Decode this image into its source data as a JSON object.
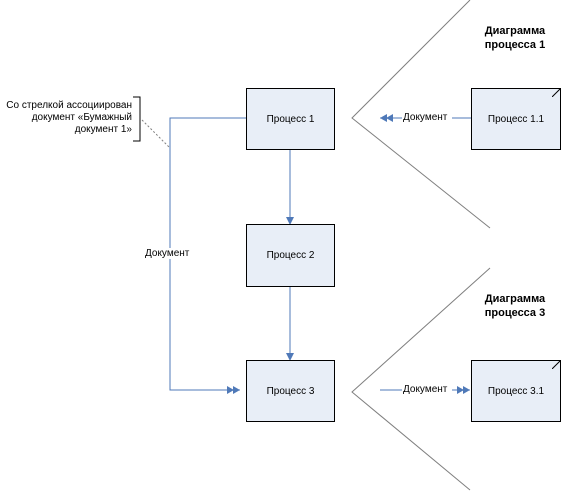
{
  "diagram": {
    "processes": [
      {
        "id": "p1",
        "label": "Процесс 1"
      },
      {
        "id": "p2",
        "label": "Процесс 2"
      },
      {
        "id": "p3",
        "label": "Процесс 3"
      }
    ],
    "subprocesses": [
      {
        "id": "p11",
        "label": "Процесс 1.1"
      },
      {
        "id": "p31",
        "label": "Процесс 3.1"
      }
    ],
    "headings": {
      "diagram1": [
        "Диаграмма",
        "процесса 1"
      ],
      "diagram3": [
        "Диаграмма",
        "процесса 3"
      ]
    },
    "connector_labels": {
      "left_document": "Документ",
      "top_document": "Документ",
      "bottom_document": "Документ"
    },
    "note": [
      "Со стрелкой ассоциирован",
      "документ «Бумажный",
      "документ 1»"
    ],
    "colors": {
      "box_fill": "#e8eef7",
      "arrow": "#4f79b8",
      "outline": "#000000",
      "guide": "#7f7f7f"
    }
  }
}
